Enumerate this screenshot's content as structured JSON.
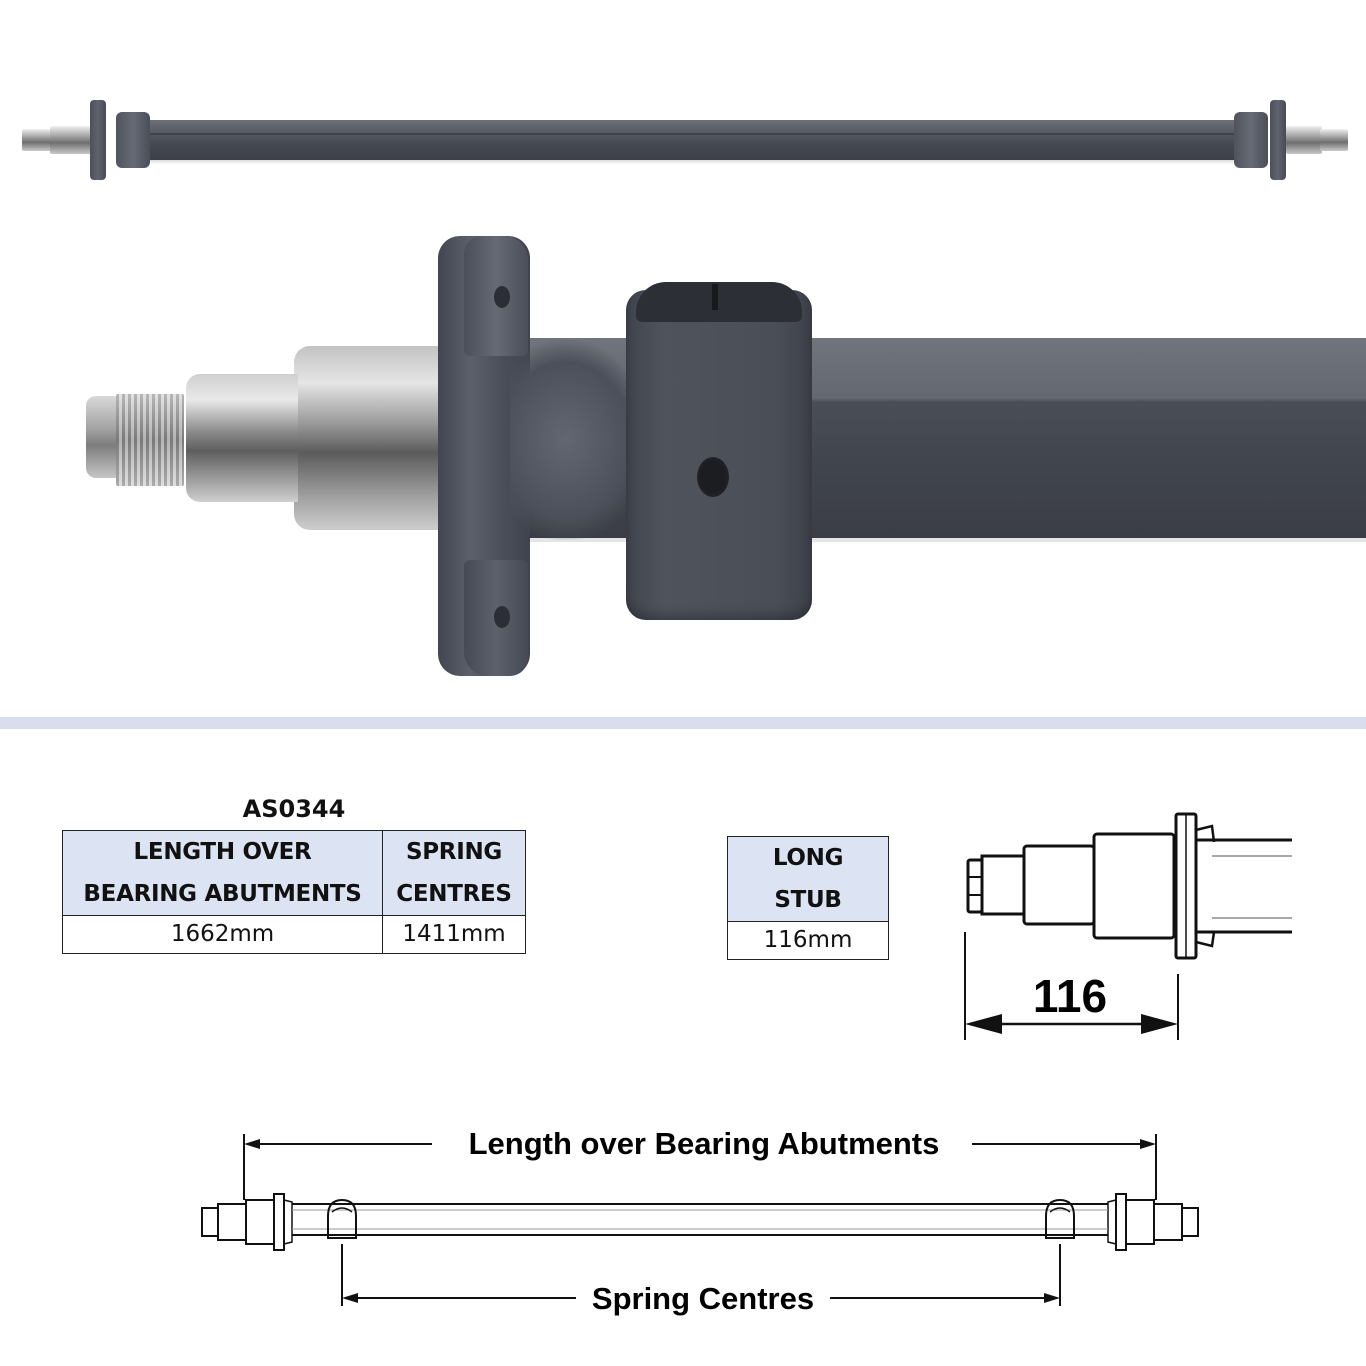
{
  "photos": {
    "full_axle": {
      "alt": "full-axle-photo",
      "colors": {
        "paint": "#4a4e57",
        "steel": "#a8a8a8"
      }
    },
    "close_up": {
      "alt": "stub-and-spring-hanger-closeup",
      "colors": {
        "paint": "#454952",
        "steel": "#9a9a9a"
      }
    }
  },
  "divider": {
    "color": "#d9deef"
  },
  "spec_table": {
    "model_code": "AS0344",
    "headers": [
      {
        "line1": "LENGTH OVER",
        "line2": "BEARING ABUTMENTS"
      },
      {
        "line1": "SPRING",
        "line2": "CENTRES"
      }
    ],
    "values": [
      "1662mm",
      "1411mm"
    ],
    "header_bg": "#dce3f2"
  },
  "stub_table": {
    "header": {
      "line1": "LONG",
      "line2": "STUB"
    },
    "value": "116mm"
  },
  "stub_drawing": {
    "dimension_label": "116"
  },
  "axle_drawing": {
    "top_dimension_label": "Length over Bearing Abutments",
    "bottom_dimension_label": "Spring Centres"
  }
}
